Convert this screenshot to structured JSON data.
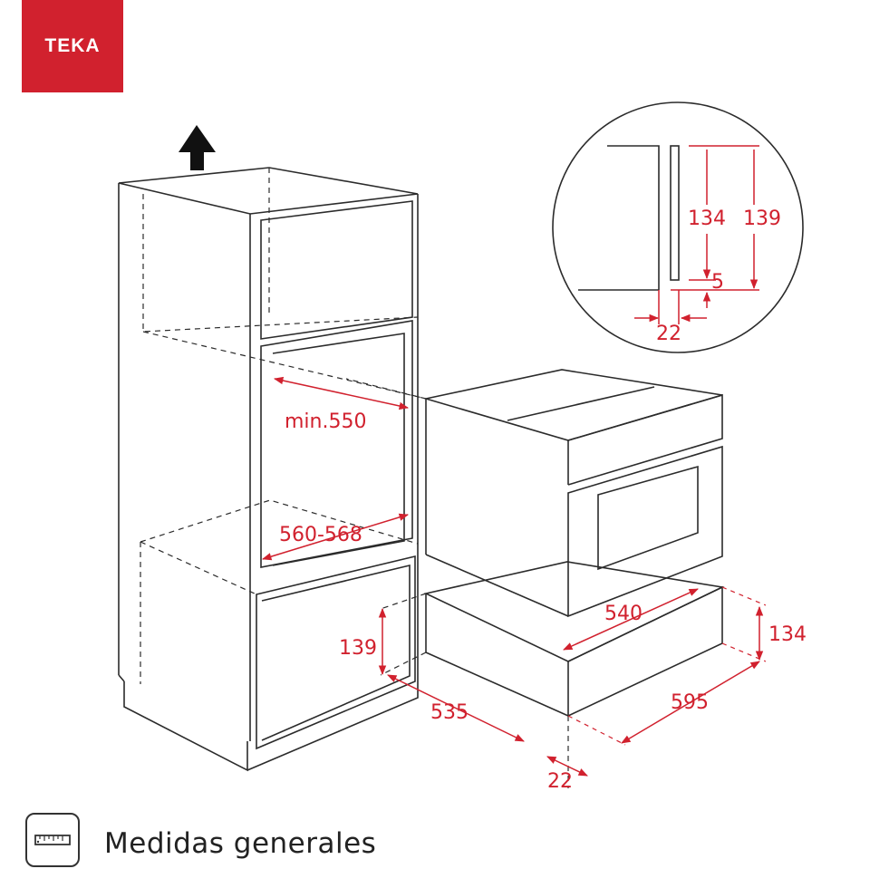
{
  "brand": {
    "logo_text": "TEKA",
    "color": "#d1212e"
  },
  "colors": {
    "dimension": "#d1212e",
    "line": "#2b2b2b"
  },
  "dimensions": {
    "min550": "min.550",
    "d560_568": "560-568",
    "d139_left": "139",
    "d535": "535",
    "d22_bottom": "22",
    "d540": "540",
    "d595": "595",
    "d134_right": "134",
    "detail_134": "134",
    "detail_139": "139",
    "detail_5": "5",
    "detail_22": "22"
  },
  "footer": {
    "icon": "ruler-icon",
    "label": "Medidas generales"
  }
}
